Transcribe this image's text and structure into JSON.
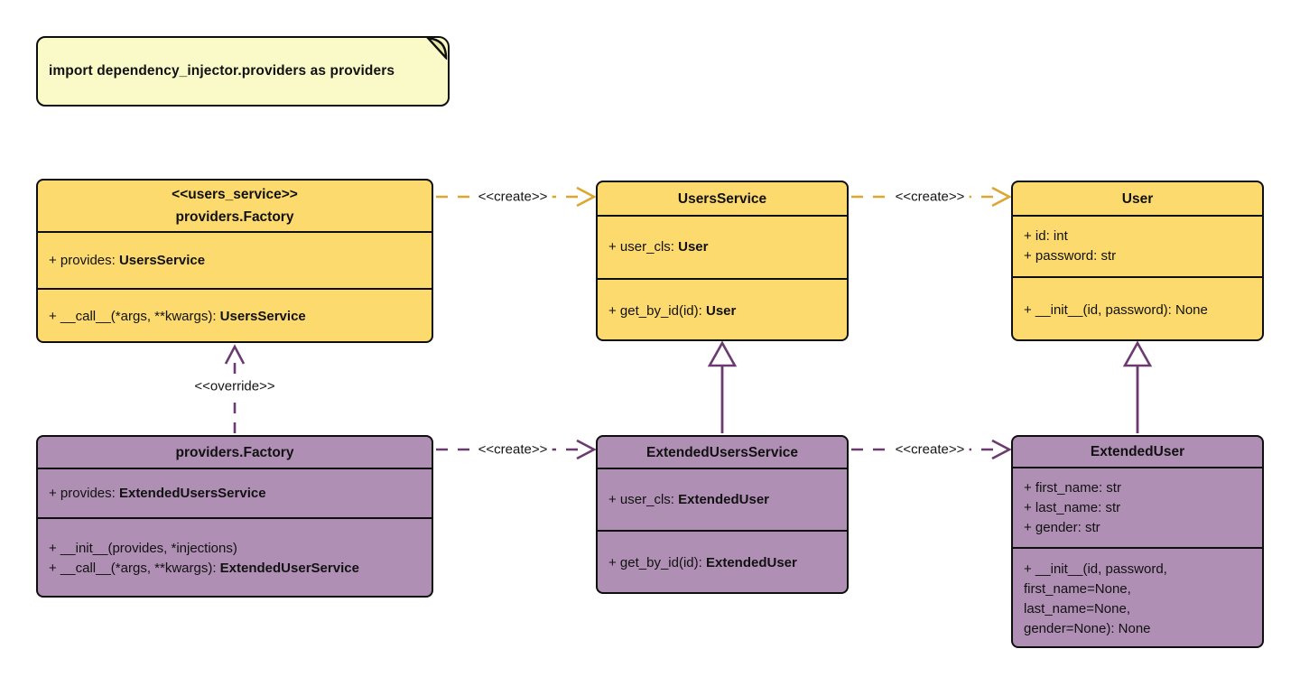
{
  "diagram": {
    "title": "dependency_injector providers.Factory UML diagram",
    "note": {
      "text": "import dependency_injector.providers as providers"
    },
    "colors": {
      "class_yellow_fill": "#FCDA6E",
      "class_purple_fill": "#B08FB5",
      "arrow_gold": "#DCA62F",
      "arrow_purple": "#6B3A70",
      "note_fill": "#FAFAC8",
      "border": "#0e0e0e"
    },
    "labels": {
      "create": "<<create>>",
      "override": "<<override>>"
    },
    "classes": [
      {
        "stereotype": "<<users_service>>",
        "name": "providers.Factory",
        "attributes": [
          {
            "label": "+ provides: ",
            "type": "UsersService"
          }
        ],
        "methods": [
          {
            "label": "+ __call__(*args, **kwargs): ",
            "type": "UsersService"
          }
        ]
      },
      {
        "stereotype": "",
        "name": "UsersService",
        "attributes": [
          {
            "label": "+ user_cls: ",
            "type": "User"
          }
        ],
        "methods": [
          {
            "label": "+ get_by_id(id): ",
            "type": "User"
          }
        ]
      },
      {
        "stereotype": "",
        "name": "User",
        "attributes": [
          {
            "label": "+ id: int",
            "type": ""
          },
          {
            "label": "+ password: str",
            "type": ""
          }
        ],
        "methods": [
          {
            "label": "+ __init__(id, password): None",
            "type": ""
          }
        ]
      },
      {
        "stereotype": "",
        "name": "providers.Factory",
        "attributes": [
          {
            "label": "+ provides: ",
            "type": "ExtendedUsersService"
          }
        ],
        "methods": [
          {
            "label": "+ __init__(provides, *injections)",
            "type": ""
          },
          {
            "label": "+ __call__(*args, **kwargs): ",
            "type": "ExtendedUserService"
          }
        ]
      },
      {
        "stereotype": "",
        "name": "ExtendedUsersService",
        "attributes": [
          {
            "label": "+ user_cls: ",
            "type": "ExtendedUser"
          }
        ],
        "methods": [
          {
            "label": "+ get_by_id(id): ",
            "type": "ExtendedUser"
          }
        ]
      },
      {
        "stereotype": "",
        "name": "ExtendedUser",
        "attributes": [
          {
            "label": "+ first_name: str",
            "type": ""
          },
          {
            "label": "+ last_name: str",
            "type": ""
          },
          {
            "label": "+ gender: str",
            "type": ""
          }
        ],
        "methods": [
          {
            "label": "+ __init__(id, password, first_name=None, last_name=None, gender=None): None",
            "type": ""
          }
        ]
      }
    ],
    "edges": [
      {
        "from": "providers.Factory <<users_service>>",
        "to": "UsersService",
        "label": "<<create>>",
        "style": "dashed-gold-open-arrow"
      },
      {
        "from": "UsersService",
        "to": "User",
        "label": "<<create>>",
        "style": "dashed-gold-open-arrow"
      },
      {
        "from": "providers.Factory",
        "to": "ExtendedUsersService",
        "label": "<<create>>",
        "style": "dashed-purple-open-arrow"
      },
      {
        "from": "ExtendedUsersService",
        "to": "ExtendedUser",
        "label": "<<create>>",
        "style": "dashed-purple-open-arrow"
      },
      {
        "from": "providers.Factory",
        "to": "providers.Factory <<users_service>>",
        "label": "<<override>>",
        "style": "dashed-purple-open-arrow"
      },
      {
        "from": "ExtendedUsersService",
        "to": "UsersService",
        "label": "",
        "style": "solid-purple-hollow-triangle"
      },
      {
        "from": "ExtendedUser",
        "to": "User",
        "label": "",
        "style": "solid-purple-hollow-triangle"
      }
    ]
  }
}
